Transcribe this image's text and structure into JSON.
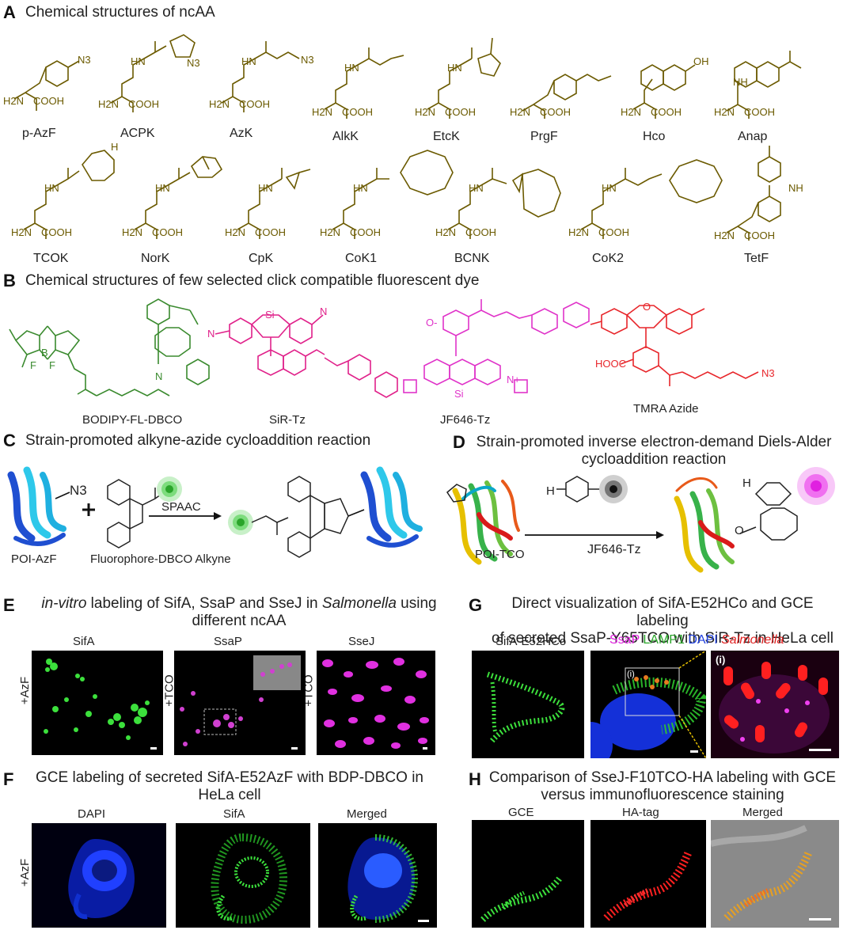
{
  "panels": {
    "A": {
      "letter": "A",
      "title": "Chemical structures of ncAA"
    },
    "B": {
      "letter": "B",
      "title": "Chemical structures of few selected click compatible fluorescent dye"
    },
    "C": {
      "letter": "C",
      "title": "Strain-promoted alkyne-azide cycloaddition reaction"
    },
    "D": {
      "letter": "D",
      "title_line1": "Strain-promoted inverse electron-demand Diels-Alder",
      "title_line2": "cycloaddition reaction"
    },
    "E": {
      "letter": "E",
      "title_italic1": "in-vitro",
      "title_mid": " labeling of SifA, SsaP and SseJ in ",
      "title_italic2": "Salmonella",
      "title_end": " using",
      "title_line2": "different ncAA"
    },
    "F": {
      "letter": "F",
      "title_line1": "GCE labeling of secreted SifA-E52AzF with BDP-DBCO in",
      "title_line2": "HeLa cell"
    },
    "G": {
      "letter": "G",
      "title_line1": "Direct visualization of SifA-E52HCo and GCE labeling",
      "title_line2": "of secreted SsaP-Y65TCO with SiR-Tz in HeLa  cell"
    },
    "H": {
      "letter": "H",
      "title_line1": "Comparison of SseJ-F10TCO-HA labeling with GCE",
      "title_line2": "versus immunofluorescence staining"
    }
  },
  "ncaa_row1": [
    "p-AzF",
    "ACPK",
    "AzK",
    "AlkK",
    "EtcK",
    "PrgF",
    "Hco",
    "Anap"
  ],
  "ncaa_row2": [
    "TCOK",
    "NorK",
    "CpK",
    "CoK1",
    "BCNK",
    "CoK2",
    "TetF"
  ],
  "chem_text": {
    "h2n": "H2N",
    "cooh": "COOH",
    "hn": "HN",
    "nh": "NH",
    "n3": "N3",
    "o": "O",
    "oh": "OH",
    "h": "H",
    "n": "N",
    "si": "Si",
    "b": "B",
    "f": "F",
    "hooc": "HOOC",
    "o_minus": "O-",
    "n_plus": "N+"
  },
  "dyes": [
    {
      "name": "BODIPY-FL-DBCO",
      "color": "#3a8a2e"
    },
    {
      "name": "SiR-Tz",
      "color": "#e0218a"
    },
    {
      "name": "JF646-Tz",
      "color": "#e033c9"
    },
    {
      "name": "TMRA Azide",
      "color": "#e8262b"
    }
  ],
  "panel_c": {
    "poi": "POI-AzF",
    "reagent": "Fluorophore-DBCO Alkyne",
    "arrow_label": "SPAAC",
    "n3": "N3"
  },
  "panel_d": {
    "poi": "POI-TCO",
    "arrow_label": "JF646-Tz",
    "h": "H"
  },
  "panel_e": {
    "cols": [
      "SifA",
      "SsaP",
      "SseJ"
    ],
    "side": [
      "+AzF",
      "+TCO",
      "+TCO"
    ]
  },
  "panel_f": {
    "cols": [
      "DAPI",
      "SifA",
      "Merged"
    ],
    "side": "+AzF"
  },
  "panel_g": {
    "col1": "SifA-E52HCo",
    "legend": [
      {
        "text": "SsaP",
        "color": "#e020e0",
        "italic": false
      },
      {
        "text": "LAMP1",
        "color": "#2aa52a",
        "italic": false
      },
      {
        "text": "DAPI",
        "color": "#2040e0",
        "italic": false
      },
      {
        "text": "Salmonella",
        "color": "#e02020",
        "italic": true
      }
    ],
    "inset": "(i)",
    "inset2": "(i)"
  },
  "panel_h": {
    "cols": [
      "GCE",
      "HA-tag",
      "Merged"
    ]
  },
  "colors": {
    "ncaa": "#6b5a00",
    "bodipy": "#3a8a2e",
    "sir": "#e0218a",
    "jf": "#e033c9",
    "tmra": "#e8262b"
  }
}
